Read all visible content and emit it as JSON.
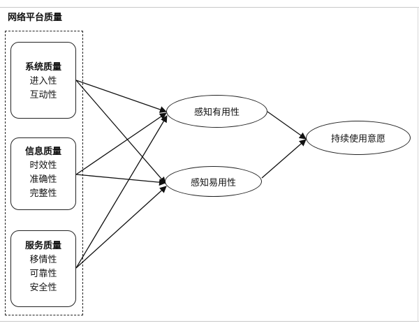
{
  "title": "网络平台质量",
  "groups": [
    {
      "name": "系统质量",
      "items": [
        "进入性",
        "互动性"
      ]
    },
    {
      "name": "信息质量",
      "items": [
        "时效性",
        "准确性",
        "完整性"
      ]
    },
    {
      "name": "服务质量",
      "items": [
        "移情性",
        "可靠性",
        "安全性"
      ]
    }
  ],
  "mediators": [
    "感知有用性",
    "感知易用性"
  ],
  "outcome": "持续使用意愿",
  "relationships": [
    [
      "系统质量",
      "感知有用性"
    ],
    [
      "系统质量",
      "感知易用性"
    ],
    [
      "信息质量",
      "感知有用性"
    ],
    [
      "信息质量",
      "感知易用性"
    ],
    [
      "服务质量",
      "感知有用性"
    ],
    [
      "服务质量",
      "感知易用性"
    ],
    [
      "感知有用性",
      "持续使用意愿"
    ],
    [
      "感知易用性",
      "持续使用意愿"
    ]
  ]
}
